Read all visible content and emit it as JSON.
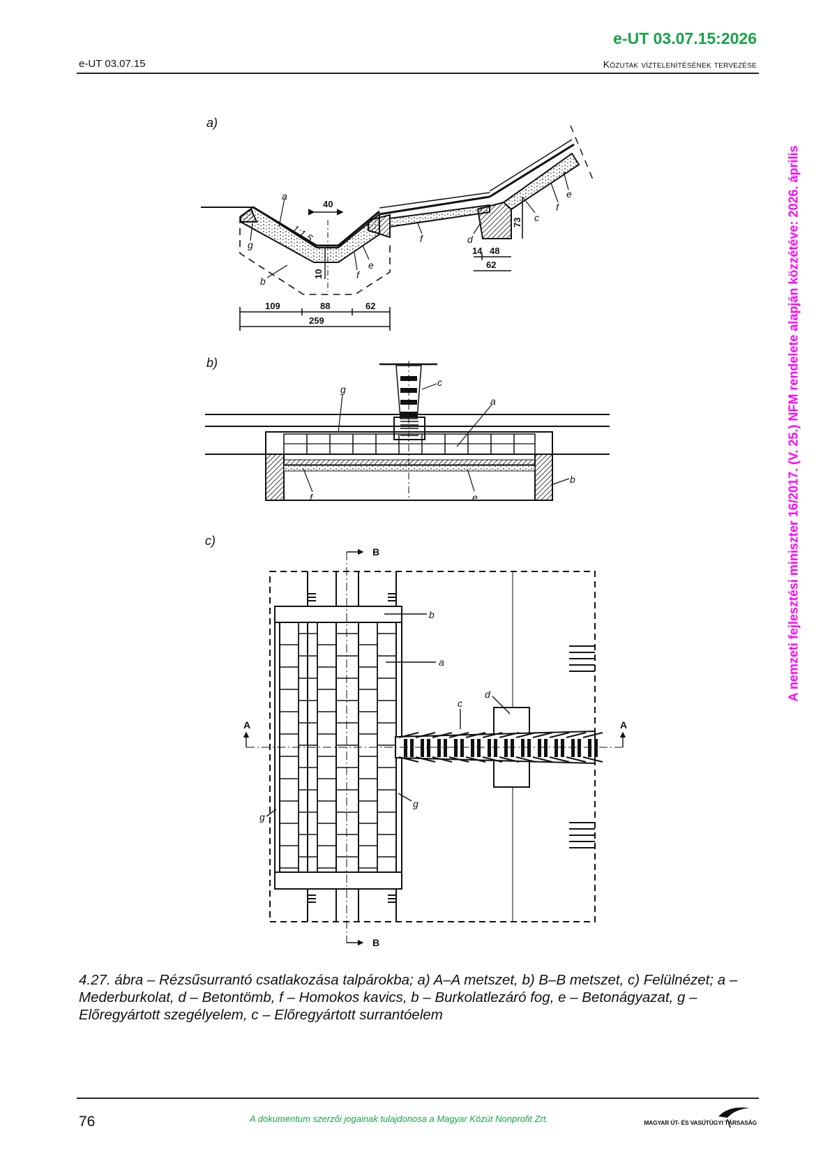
{
  "header": {
    "doc_code": "e-UT 03.07.15:2026",
    "left": "e-UT 03.07.15",
    "right": "Közutak víztelenítésének tervezése"
  },
  "watermark": "A nemzeti fejlesztési miniszter 16/2017. (V. 25.) NFM rendelete alapján közzétéve: 2026. április",
  "figure": {
    "a": {
      "title": "a)",
      "labels": {
        "a": "a",
        "slope": "1:1,5",
        "g": "g",
        "b": "b",
        "e1": "e",
        "f1": "f",
        "f2": "f",
        "d": "d",
        "c": "c",
        "f3": "f",
        "e2": "e"
      },
      "dims": {
        "d40": "40",
        "d10": "10",
        "d109": "109",
        "d88": "88",
        "d62": "62",
        "d259": "259",
        "d14": "14",
        "d48": "48",
        "d62b": "62",
        "d73": "73"
      }
    },
    "b": {
      "title": "b)",
      "labels": {
        "g": "g",
        "c": "c",
        "a": "a",
        "f": "f",
        "e": "e",
        "b": "b"
      }
    },
    "c": {
      "title": "c)",
      "labels": {
        "B_top": "B",
        "B_bottom": "B",
        "A_left": "A",
        "A_right": "A",
        "b": "b",
        "a": "a",
        "d": "d",
        "c": "c",
        "g_right": "g",
        "g_left": "g"
      }
    }
  },
  "caption": "4.27. ábra – Rézsűsurrantó csatlakozása talpárokba; a) A–A metszet, b) B–B metszet, c) Felülnézet; a – Mederburkolat, d – Betontömb, f – Homokos kavics, b – Burkolatlezáró fog, e – Betonágyazat, g – Előregyártott szegélyelem, c – Előregyártott surrantóelem",
  "footer": {
    "page_number": "76",
    "copyright": "A dokumentum szerzői jogainak tulajdonosa a Magyar Közút Nonprofit Zrt.",
    "logo_text": "MAGYAR ÚT- ÉS VASÚTÜGYI TÁRSASÁG"
  }
}
